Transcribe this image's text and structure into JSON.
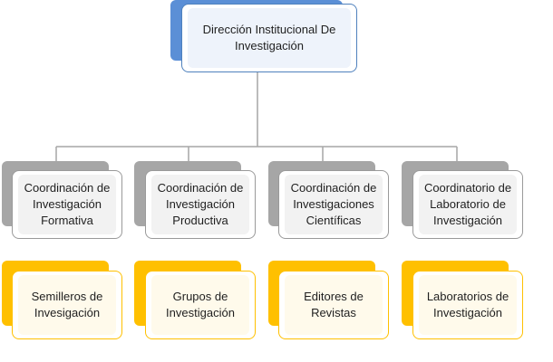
{
  "colors": {
    "root_accent": "#5b8fd6",
    "root_border": "#4f81bd",
    "level1_accent": "#a6a6a6",
    "level2_accent": "#ffc000",
    "connector": "#a6a6a6"
  },
  "root": {
    "label": "Dirección Institucional De\nInvestigación"
  },
  "coordinations": [
    {
      "label": "Coordinación de\nInvestigación\nFormativa",
      "child": "Semilleros de\nInvesigación"
    },
    {
      "label": "Coordinación de\nInvestigación\nProductiva",
      "child": "Grupos de\nInvestigación"
    },
    {
      "label": "Coordinación de\nInvestigaciones\nCientíficas",
      "child": "Editores de\nRevistas"
    },
    {
      "label": "Coordinatorio de\nLaboratorio de\nInvestigación",
      "child": "Laboratorios de\nInvestigación"
    }
  ]
}
